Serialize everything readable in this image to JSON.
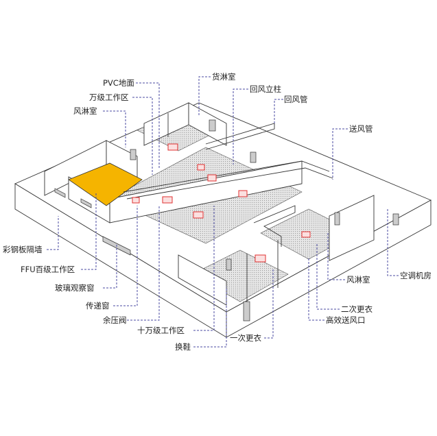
{
  "colors": {
    "leader": "#4848a0",
    "ffu_zone": "#f5b400",
    "air_outlet": "#e03030"
  },
  "labels": {
    "pvc_floor": "PVC地面",
    "class10000_zone": "万级工作区",
    "air_shower_left": "风淋室",
    "cargo_shower": "货淋室",
    "return_air_column": "回风立柱",
    "return_air_duct": "回风管",
    "supply_air_duct": "送风管",
    "color_steel_partition": "彩钢板隔墙",
    "ffu_class100_zone": "FFU百级工作区",
    "glass_window": "玻璃观察窗",
    "pass_box": "传递窗",
    "pressure_relief_valve": "余压阀",
    "class100000_zone": "十万级工作区",
    "shoe_change": "换鞋",
    "first_changing": "一次更衣",
    "air_shower_right": "风淋室",
    "ac_room": "空调机房",
    "second_changing": "二次更衣",
    "hepa_outlet": "高效送风口"
  }
}
